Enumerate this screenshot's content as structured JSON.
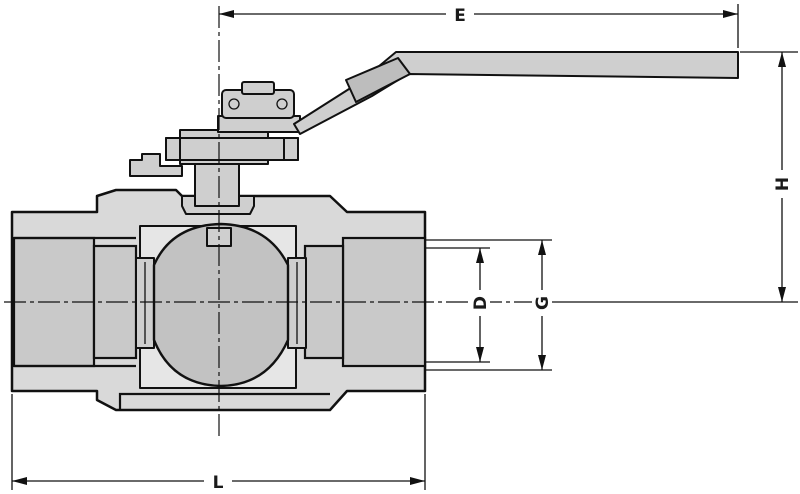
{
  "diagram": {
    "labels": {
      "E": "E",
      "H": "H",
      "D": "D",
      "G": "G",
      "L": "L"
    },
    "colors": {
      "line": "#111111",
      "fill": "#d9d9d9",
      "background": "#ffffff"
    }
  }
}
